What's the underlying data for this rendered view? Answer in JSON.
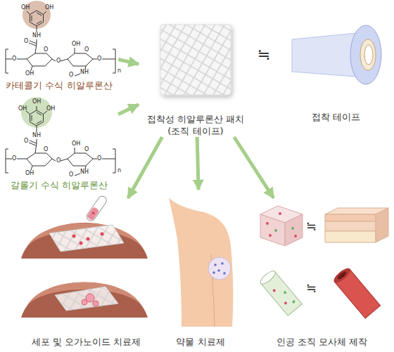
{
  "diagram": {
    "nodes": [
      {
        "text": [
          "카테콜기 수식 히알루론산"
        ]
      },
      {
        "text": [
          "갈롤기 수식 히알루론산"
        ]
      },
      {
        "text": [
          "접착성 히알루론산 패치 (조직 테이프)"
        ]
      },
      {
        "text": [
          "접착 테이프"
        ]
      },
      {
        "text": [
          "세포 및 오가노이드 치료제"
        ]
      },
      {
        "text": [
          "약물 치료제"
        ]
      },
      {
        "text": [
          "인공 조직 모사체 제작"
        ]
      }
    ],
    "edges": [
      {
        "from": 0,
        "to": 2,
        "arrow": "to"
      },
      {
        "from": 1,
        "to": 2,
        "arrow": "to"
      },
      {
        "from": 2,
        "to": 4,
        "arrow": "to"
      },
      {
        "from": 2,
        "to": 5,
        "arrow": "to"
      },
      {
        "from": 2,
        "to": 6,
        "arrow": "to"
      }
    ],
    "labels": [
      "OH",
      "OH",
      "NH",
      "O",
      "O",
      "O",
      "OH",
      "O",
      "OH",
      "O",
      "NH",
      "O",
      "O",
      "n",
      "OH",
      "OH",
      "OH",
      "NH",
      "O",
      "O",
      "O",
      "OH",
      "O",
      "OH",
      "O",
      "NH",
      "O",
      "O",
      "n",
      "≒",
      "≒",
      "≒"
    ]
  }
}
